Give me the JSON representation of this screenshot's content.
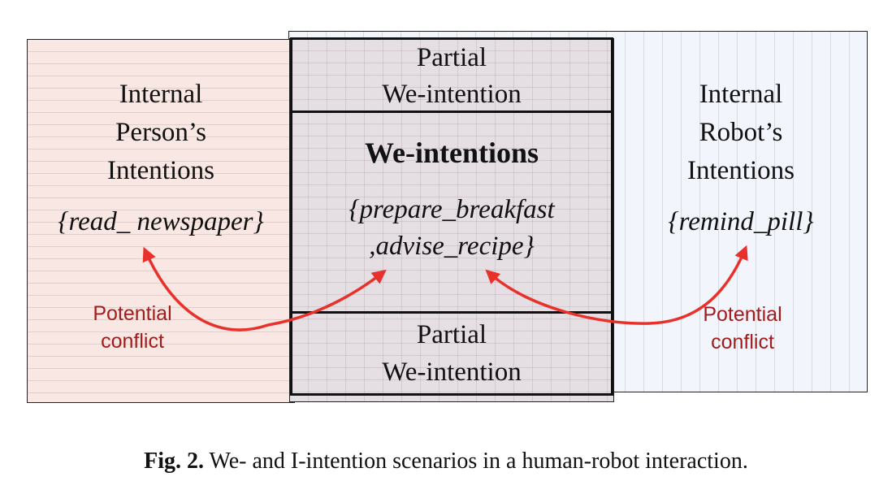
{
  "left": {
    "title_lines": [
      "Internal",
      "Person’s",
      "Intentions"
    ],
    "set": "{read_ newspaper}"
  },
  "right": {
    "title_lines": [
      "Internal",
      "Robot’s",
      "Intentions"
    ],
    "set": "{remind_pill}"
  },
  "center": {
    "top_lines": [
      "Partial",
      "We-intention"
    ],
    "title": "We-intentions",
    "set_lines": [
      "{prepare_breakfast",
      ",advise_recipe}"
    ],
    "bottom_lines": [
      "Partial",
      "We-intention"
    ]
  },
  "conflict_left_lines": [
    "Potential",
    "conflict"
  ],
  "conflict_right_lines": [
    "Potential",
    "conflict"
  ],
  "caption": {
    "label": "Fig. 2.",
    "text": " We- and I-intention scenarios in a human-robot interaction."
  },
  "colors": {
    "arrow": "#e8312b",
    "conflict_text": "#a31c1c",
    "left_fill": "#f8e7e3",
    "right_fill": "#f2f5fc",
    "center_fill": "#e5dee3"
  }
}
